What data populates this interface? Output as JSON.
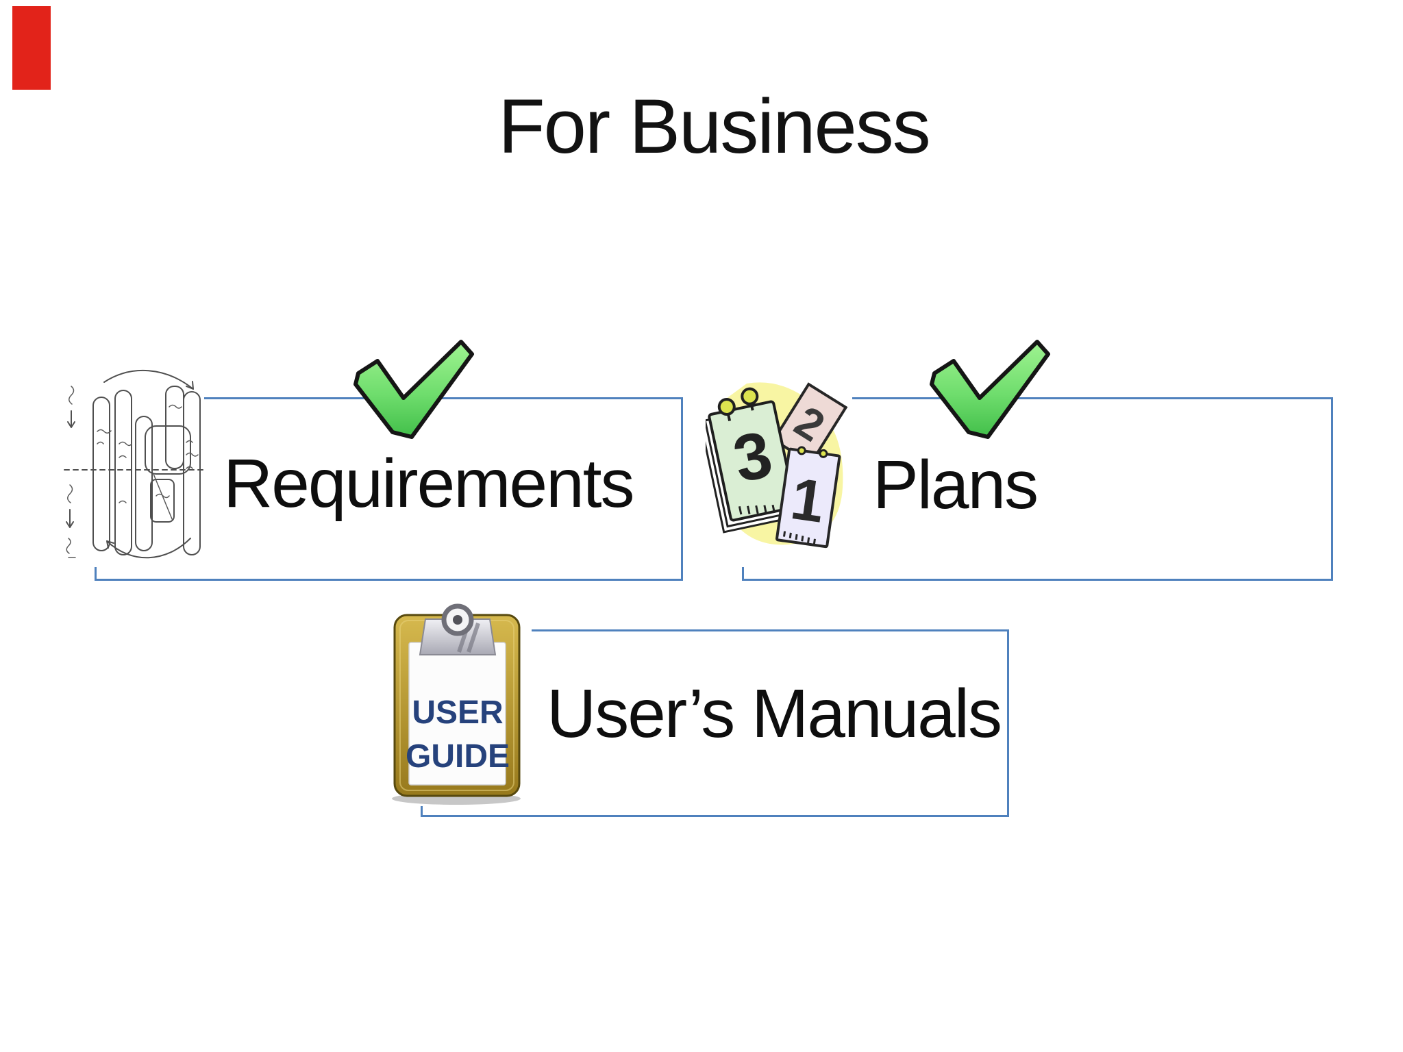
{
  "slide": {
    "title": "For Business",
    "background_color": "#ffffff",
    "accent_border_color": "#4f81bd",
    "text_color": "#0e0e0e"
  },
  "recording_indicator": {
    "color": "#e2231a"
  },
  "sections": [
    {
      "id": "requirements",
      "label": "Requirements",
      "icon": "flowchart-sketch-icon",
      "checked": true
    },
    {
      "id": "plans",
      "label": "Plans",
      "icon": "calendar-pages-icon",
      "checked": true
    },
    {
      "id": "users-manuals",
      "label": "User’s Manuals",
      "icon": "user-guide-clipboard-icon",
      "checked": false
    }
  ],
  "checkmark": {
    "top_color": "#9ff391",
    "mid_color": "#6fdd6d",
    "bottom_color": "#42bf4a",
    "outline_color": "#151515"
  },
  "user_guide_icon": {
    "line1": "USER",
    "line2": "GUIDE",
    "text_color": "#26427c"
  },
  "calendar_icon": {
    "page_numbers": [
      "3",
      "2",
      "1"
    ],
    "glow_color": "#f8f5a3"
  }
}
